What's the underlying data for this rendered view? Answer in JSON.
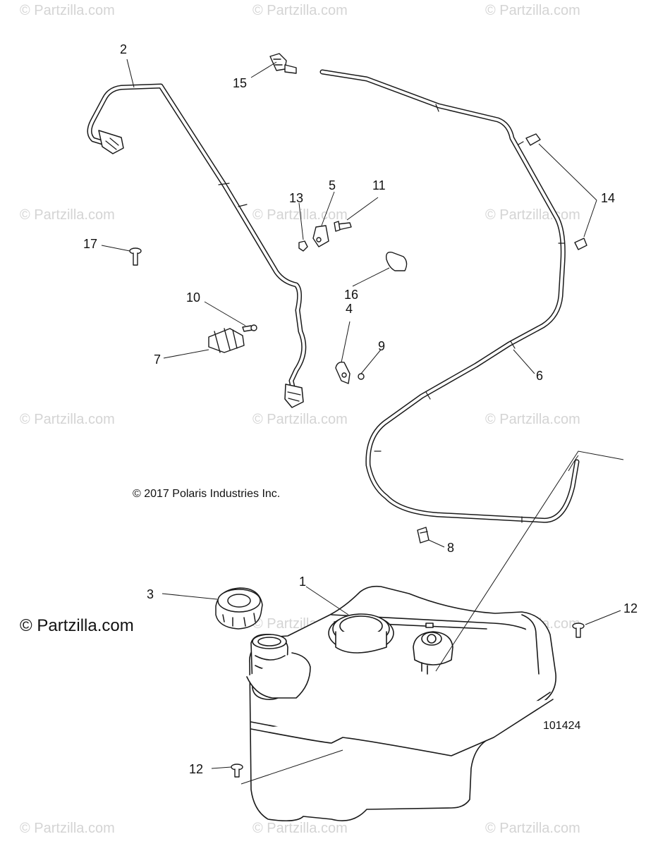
{
  "watermark": "© Partzilla.com",
  "brand_watermark": "© Partzilla.com",
  "copyright": "© 2017 Polaris Industries Inc.",
  "figure_number": "101424",
  "callouts": {
    "c1": "1",
    "c2": "2",
    "c3": "3",
    "c4": "4",
    "c5": "5",
    "c6": "6",
    "c7": "7",
    "c8": "8",
    "c9": "9",
    "c10": "10",
    "c11": "11",
    "c12a": "12",
    "c12b": "12",
    "c13": "13",
    "c14": "14",
    "c15": "15",
    "c16": "16",
    "c17": "17"
  },
  "colors": {
    "line": "#1a1a1a",
    "watermark": "#d4d4d4"
  }
}
